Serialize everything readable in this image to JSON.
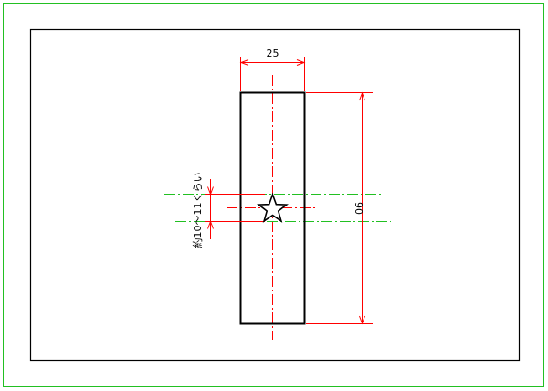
{
  "drawing": {
    "dimensions": {
      "width_label": "25",
      "height_label": "90",
      "star_offset_label": "約10～11くらい"
    }
  },
  "colors": {
    "page_border": "#22c022",
    "frame": "#000000",
    "part_outline": "#000000",
    "dimension": "#ff0000",
    "center_line": "#ff0000",
    "guide_line": "#22c022",
    "star": "#000000",
    "text": "#000000",
    "background": "#ffffff"
  }
}
